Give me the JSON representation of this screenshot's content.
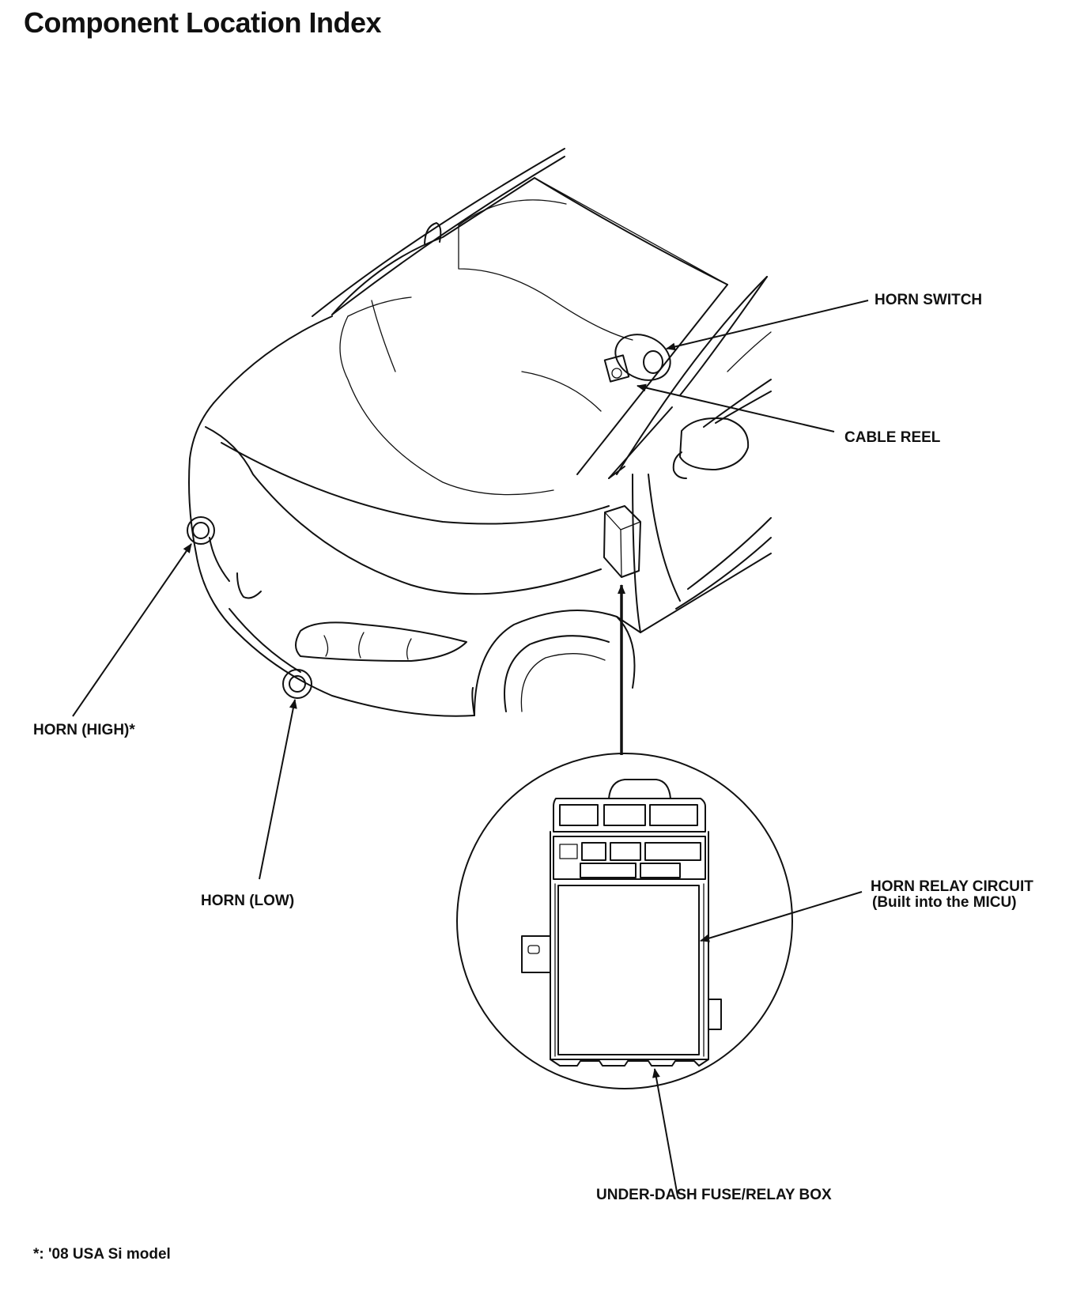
{
  "page": {
    "title": "Component Location Index",
    "footnote": "*: '08 USA Si model"
  },
  "labels": {
    "horn_switch": "HORN SWITCH",
    "cable_reel": "CABLE REEL",
    "horn_high": "HORN (HIGH)*",
    "horn_low": "HORN (LOW)",
    "horn_relay_line1": "HORN RELAY CIRCUIT",
    "horn_relay_line2": "(Built into the MICU)",
    "under_dash_box": "UNDER-DASH FUSE/RELAY BOX"
  }
}
